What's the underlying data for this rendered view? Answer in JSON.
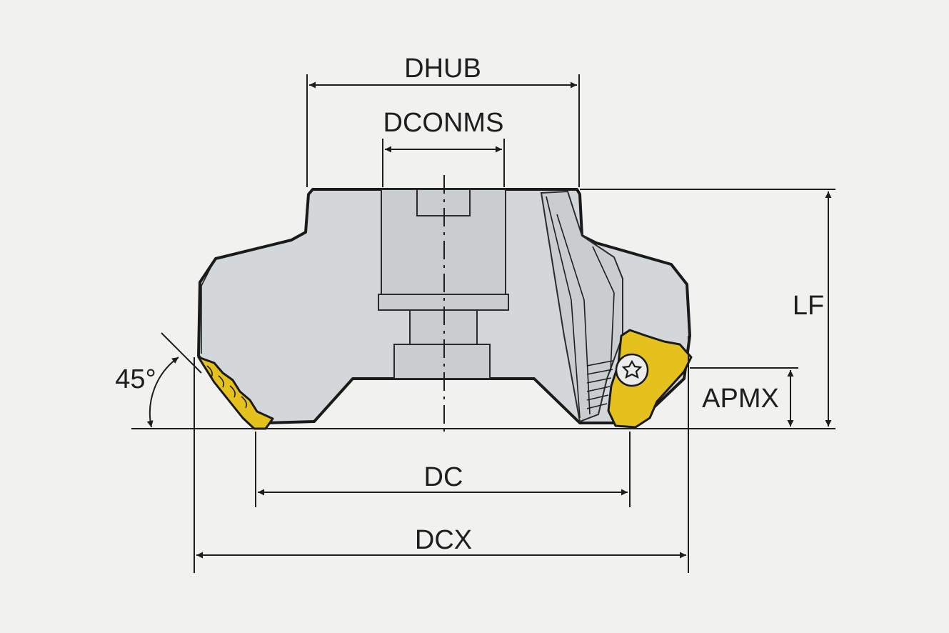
{
  "diagram": {
    "labels": {
      "dhub": "DHUB",
      "dconms": "DCONMS",
      "lf": "LF",
      "apmx": "APMX",
      "dc": "DC",
      "dcx": "DCX",
      "angle": "45°"
    },
    "colors": {
      "background": "#f1f1ef",
      "tool_body": "#d4d7d9",
      "insert": "#e5c11e",
      "line": "#1e1e1e"
    },
    "icons": {
      "screw": "torx-screw-icon"
    }
  }
}
